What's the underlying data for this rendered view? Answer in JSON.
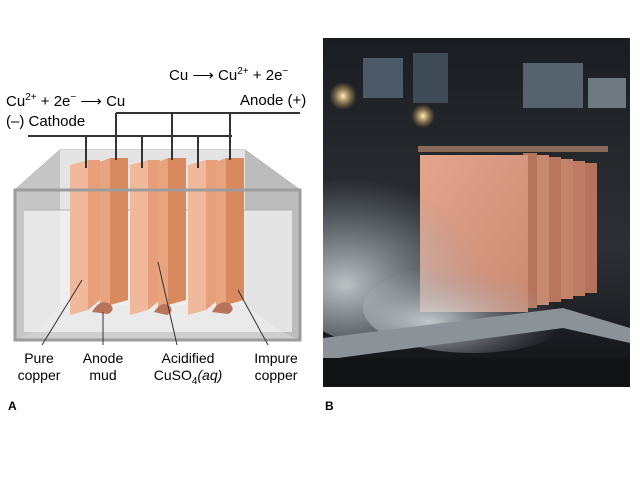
{
  "panel_a": {
    "letter": "A",
    "cathode_equation": {
      "left": "Cu",
      "charge": "2+",
      "middle": " + 2e",
      "electron_sign": "−",
      "arrow": "⟶",
      "right": "Cu"
    },
    "cathode_label": "(–) Cathode",
    "anode_equation": {
      "left": "Cu",
      "arrow": "⟶",
      "product": "Cu",
      "charge": "2+",
      "middle": " + 2e",
      "electron_sign": "−"
    },
    "anode_label": "Anode (+)",
    "labels": {
      "pure_copper": [
        "Pure",
        "copper"
      ],
      "anode_mud": [
        "Anode",
        "mud"
      ],
      "acidified": "Acidified",
      "cuso4_prefix": "CuSO",
      "cuso4_sub": "4",
      "cuso4_state": "(aq)",
      "impure_copper": [
        "Impure",
        "copper"
      ]
    }
  },
  "panel_b": {
    "letter": "B"
  },
  "colors": {
    "copper_light": "#efb898",
    "copper_dark": "#d9895e",
    "tank_edge": "#bdbdbd",
    "tank_inner": "#dcdcdc",
    "solution": "#eeeeee",
    "wire": "#333333"
  }
}
